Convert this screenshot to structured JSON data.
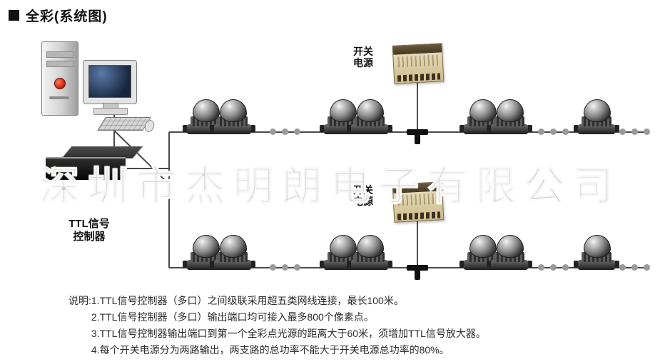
{
  "title": "全彩(系统图)",
  "watermark": "深圳市杰明朗电子有限公司",
  "controller": {
    "label_line1": "TTL信号",
    "label_line2": "控制器"
  },
  "power_supply": {
    "label_line1": "开关",
    "label_line2": "电源"
  },
  "notes": {
    "prefix": "说明:",
    "items": [
      "1.TTL信号控制器（多口）之间级联采用超五类网线连接，最长100米。",
      "2.TTL信号控制器（多口）输出端口均可接入最多800个像素点。",
      "3.TTL信号控制器输出端口到第一个全彩点光源的距离大于60米，须增加TTL信号放大器。",
      "4.每个开关电源分为两路输出，两支路的总功率不能大于开关电源总功率的80%。"
    ]
  },
  "icons": {
    "title_bullet": "black-square",
    "computer": "desktop-pc-illustration",
    "controller_box": "black-3d-box",
    "led": "dome-point-light",
    "power_supply": "switching-power-supply-box",
    "ellipsis": "continuation-dots",
    "tee": "t-junction-connector"
  },
  "colors": {
    "wire": "#4a4a4a",
    "watermark": "#aaaaaa",
    "psu_body": "#ddceA6",
    "background": "#ffffff"
  }
}
